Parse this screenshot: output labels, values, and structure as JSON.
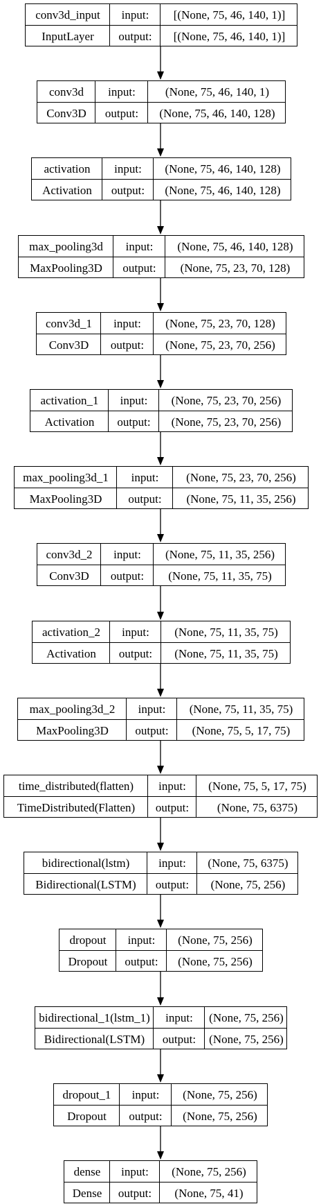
{
  "diagram": {
    "in_label": "input:",
    "out_label": "output:",
    "layers": [
      {
        "name": "conv3d_input",
        "type": "InputLayer",
        "input": "[(None, 75, 46, 140, 1)]",
        "output": "[(None, 75, 46, 140, 1)]"
      },
      {
        "name": "conv3d",
        "type": "Conv3D",
        "input": "(None, 75, 46, 140, 1)",
        "output": "(None, 75, 46, 140, 128)"
      },
      {
        "name": "activation",
        "type": "Activation",
        "input": "(None, 75, 46, 140, 128)",
        "output": "(None, 75, 46, 140, 128)"
      },
      {
        "name": "max_pooling3d",
        "type": "MaxPooling3D",
        "input": "(None, 75, 46, 140, 128)",
        "output": "(None, 75, 23, 70, 128)"
      },
      {
        "name": "conv3d_1",
        "type": "Conv3D",
        "input": "(None, 75, 23, 70, 128)",
        "output": "(None, 75, 23, 70, 256)"
      },
      {
        "name": "activation_1",
        "type": "Activation",
        "input": "(None, 75, 23, 70, 256)",
        "output": "(None, 75, 23, 70, 256)"
      },
      {
        "name": "max_pooling3d_1",
        "type": "MaxPooling3D",
        "input": "(None, 75, 23, 70, 256)",
        "output": "(None, 75, 11, 35, 256)"
      },
      {
        "name": "conv3d_2",
        "type": "Conv3D",
        "input": "(None, 75, 11, 35, 256)",
        "output": "(None, 75, 11, 35, 75)"
      },
      {
        "name": "activation_2",
        "type": "Activation",
        "input": "(None, 75, 11, 35, 75)",
        "output": "(None, 75, 11, 35, 75)"
      },
      {
        "name": "max_pooling3d_2",
        "type": "MaxPooling3D",
        "input": "(None, 75, 11, 35, 75)",
        "output": "(None, 75, 5, 17, 75)"
      },
      {
        "name": "time_distributed(flatten)",
        "type": "TimeDistributed(Flatten)",
        "input": "(None, 75, 5, 17, 75)",
        "output": "(None, 75, 6375)"
      },
      {
        "name": "bidirectional(lstm)",
        "type": "Bidirectional(LSTM)",
        "input": "(None, 75, 6375)",
        "output": "(None, 75, 256)"
      },
      {
        "name": "dropout",
        "type": "Dropout",
        "input": "(None, 75, 256)",
        "output": "(None, 75, 256)"
      },
      {
        "name": "bidirectional_1(lstm_1)",
        "type": "Bidirectional(LSTM)",
        "input": "(None, 75, 256)",
        "output": "(None, 75, 256)"
      },
      {
        "name": "dropout_1",
        "type": "Dropout",
        "input": "(None, 75, 256)",
        "output": "(None, 75, 256)"
      },
      {
        "name": "dense",
        "type": "Dense",
        "input": "(None, 75, 256)",
        "output": "(None, 75, 41)"
      }
    ]
  }
}
